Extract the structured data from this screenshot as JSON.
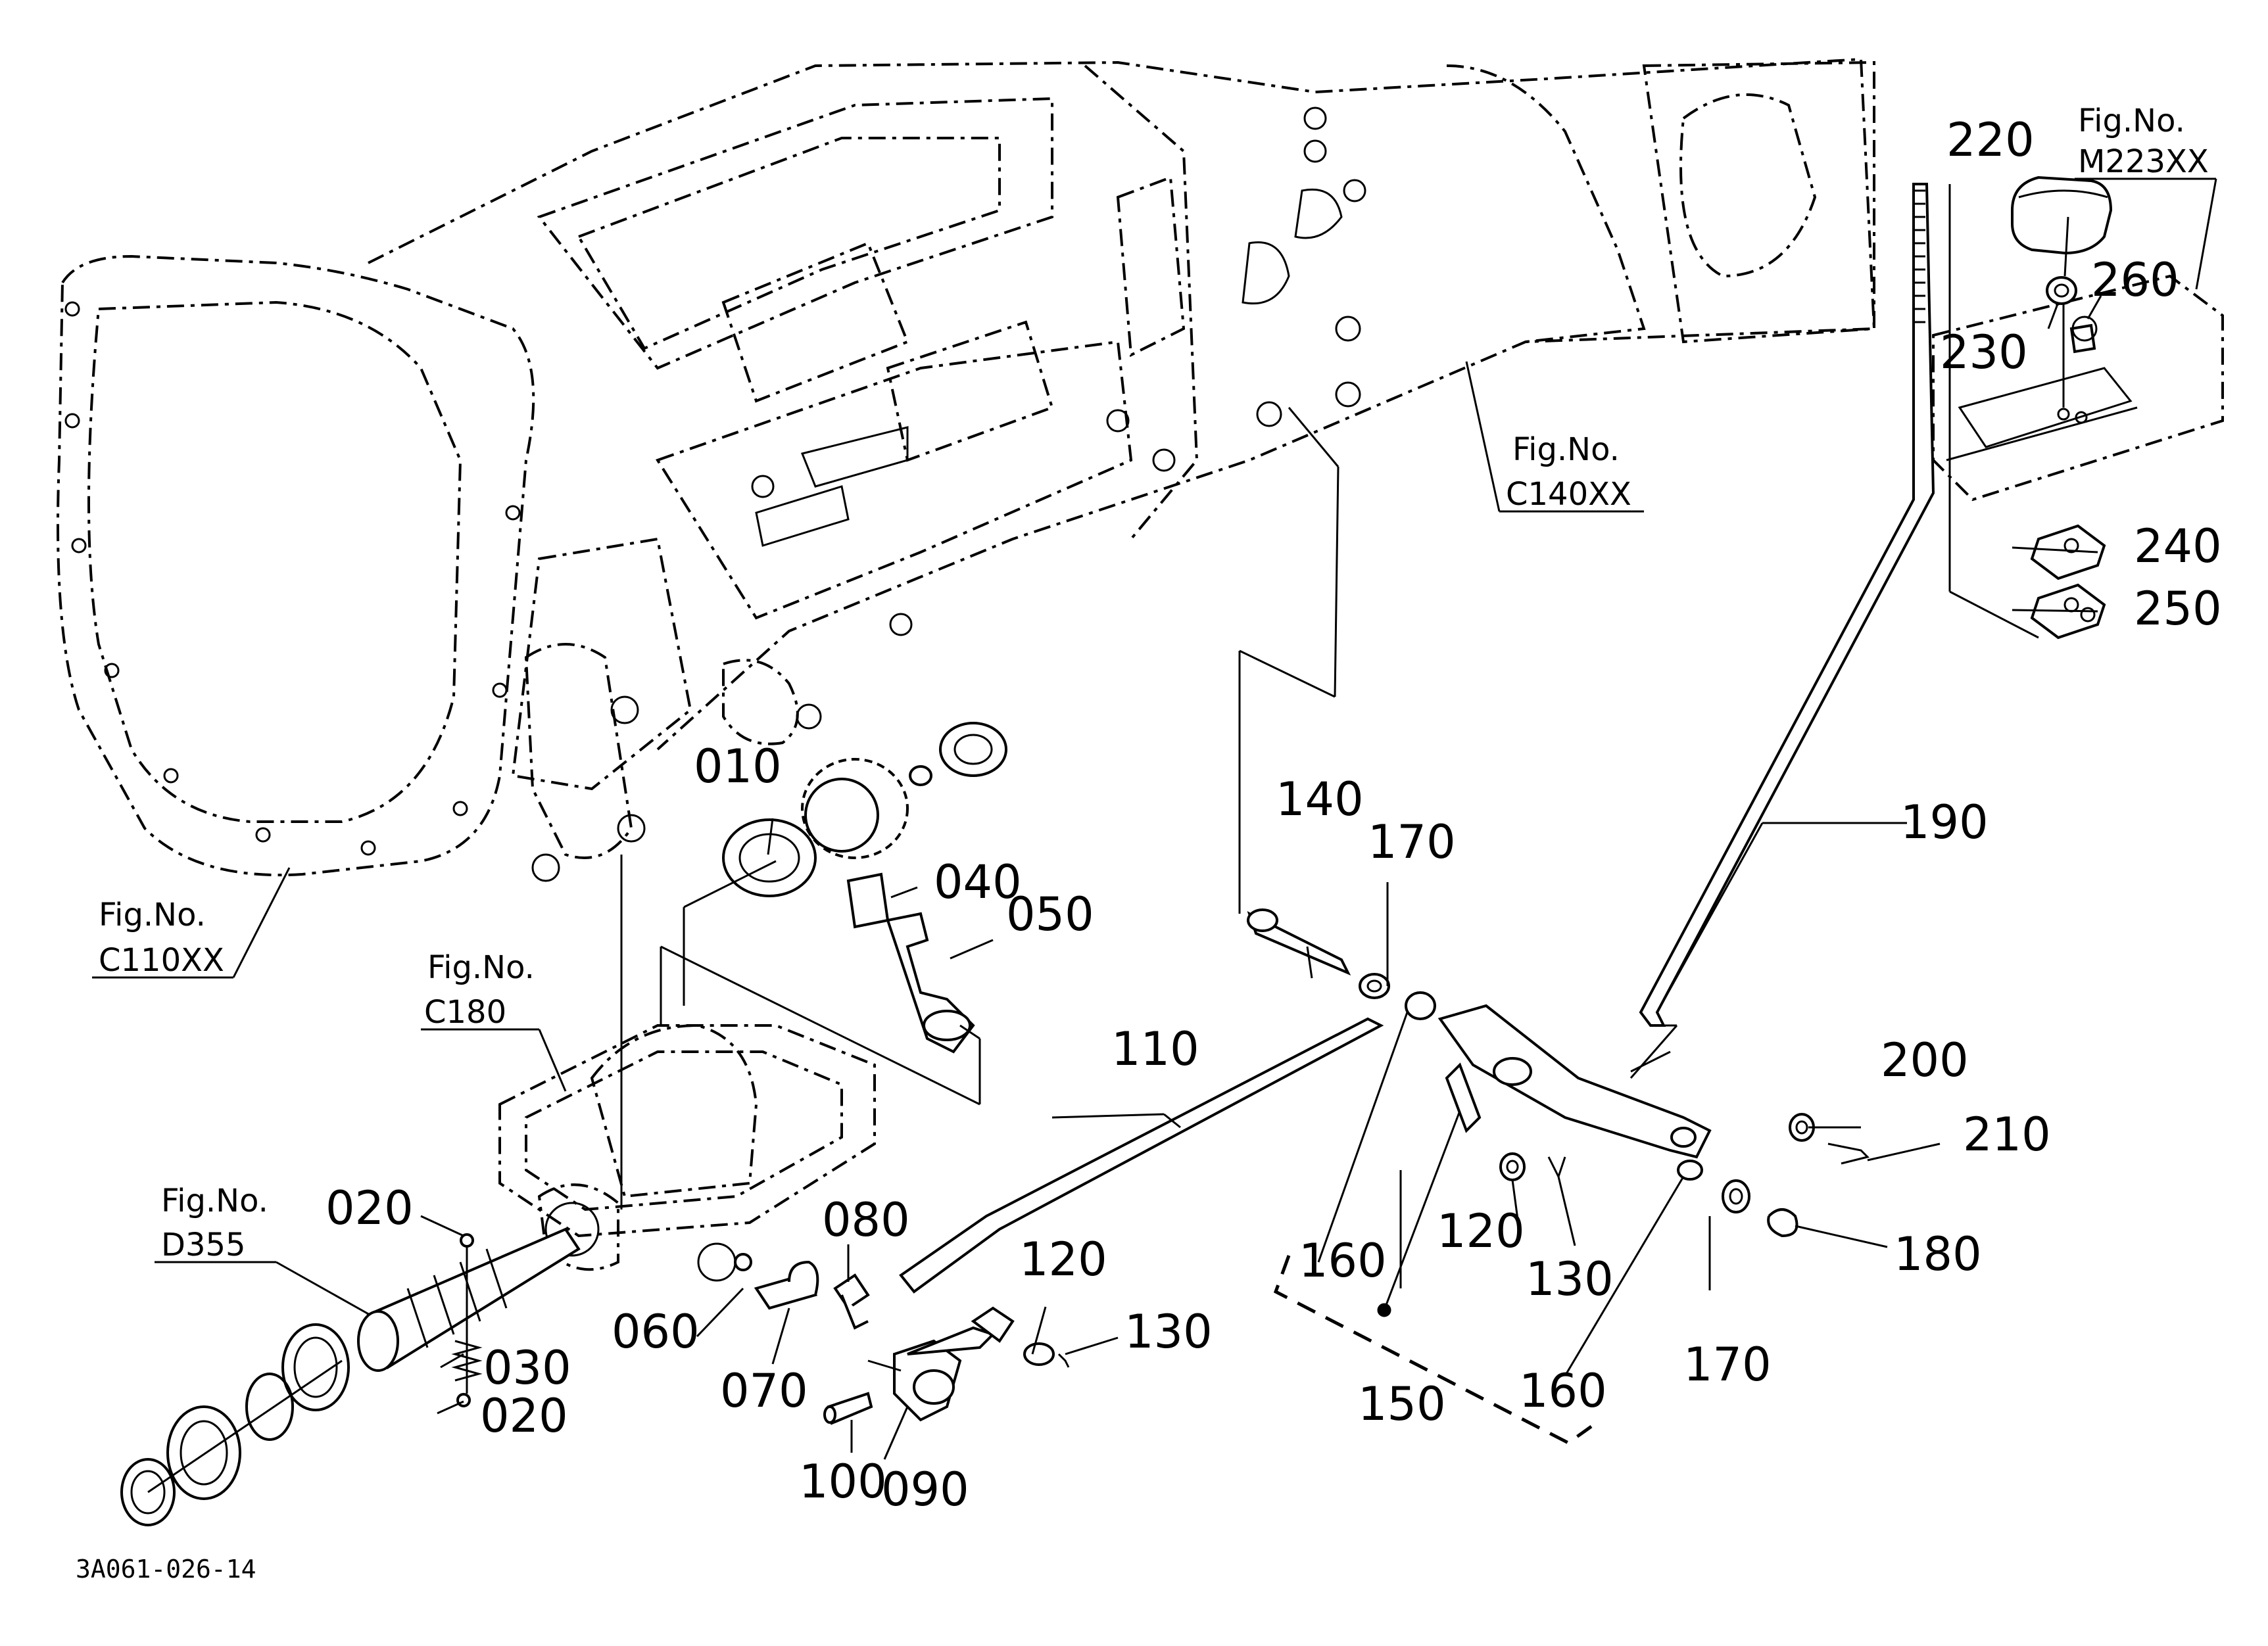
{
  "diagram_code": "3A061-026-14",
  "fig_refs": {
    "c110": {
      "line1": "Fig.No.",
      "line2": "C110XX"
    },
    "c180": {
      "line1": "Fig.No.",
      "line2": "C180"
    },
    "d355": {
      "line1": "Fig.No.",
      "line2": "D355"
    },
    "c140": {
      "line1": "Fig.No.",
      "line2": "C140XX"
    },
    "m223": {
      "line1": "Fig.No.",
      "line2": "M223XX"
    }
  },
  "parts": {
    "p010": "010",
    "p020a": "020",
    "p020b": "020",
    "p030": "030",
    "p040": "040",
    "p050": "050",
    "p060": "060",
    "p070": "070",
    "p080": "080",
    "p090": "090",
    "p100": "100",
    "p110": "110",
    "p120a": "120",
    "p120b": "120",
    "p130a": "130",
    "p130b": "130",
    "p140": "140",
    "p150": "150",
    "p160a": "160",
    "p160b": "160",
    "p170a": "170",
    "p170b": "170",
    "p180": "180",
    "p190": "190",
    "p200": "200",
    "p210": "210",
    "p220": "220",
    "p230": "230",
    "p240": "240",
    "p250": "250",
    "p260": "260"
  }
}
